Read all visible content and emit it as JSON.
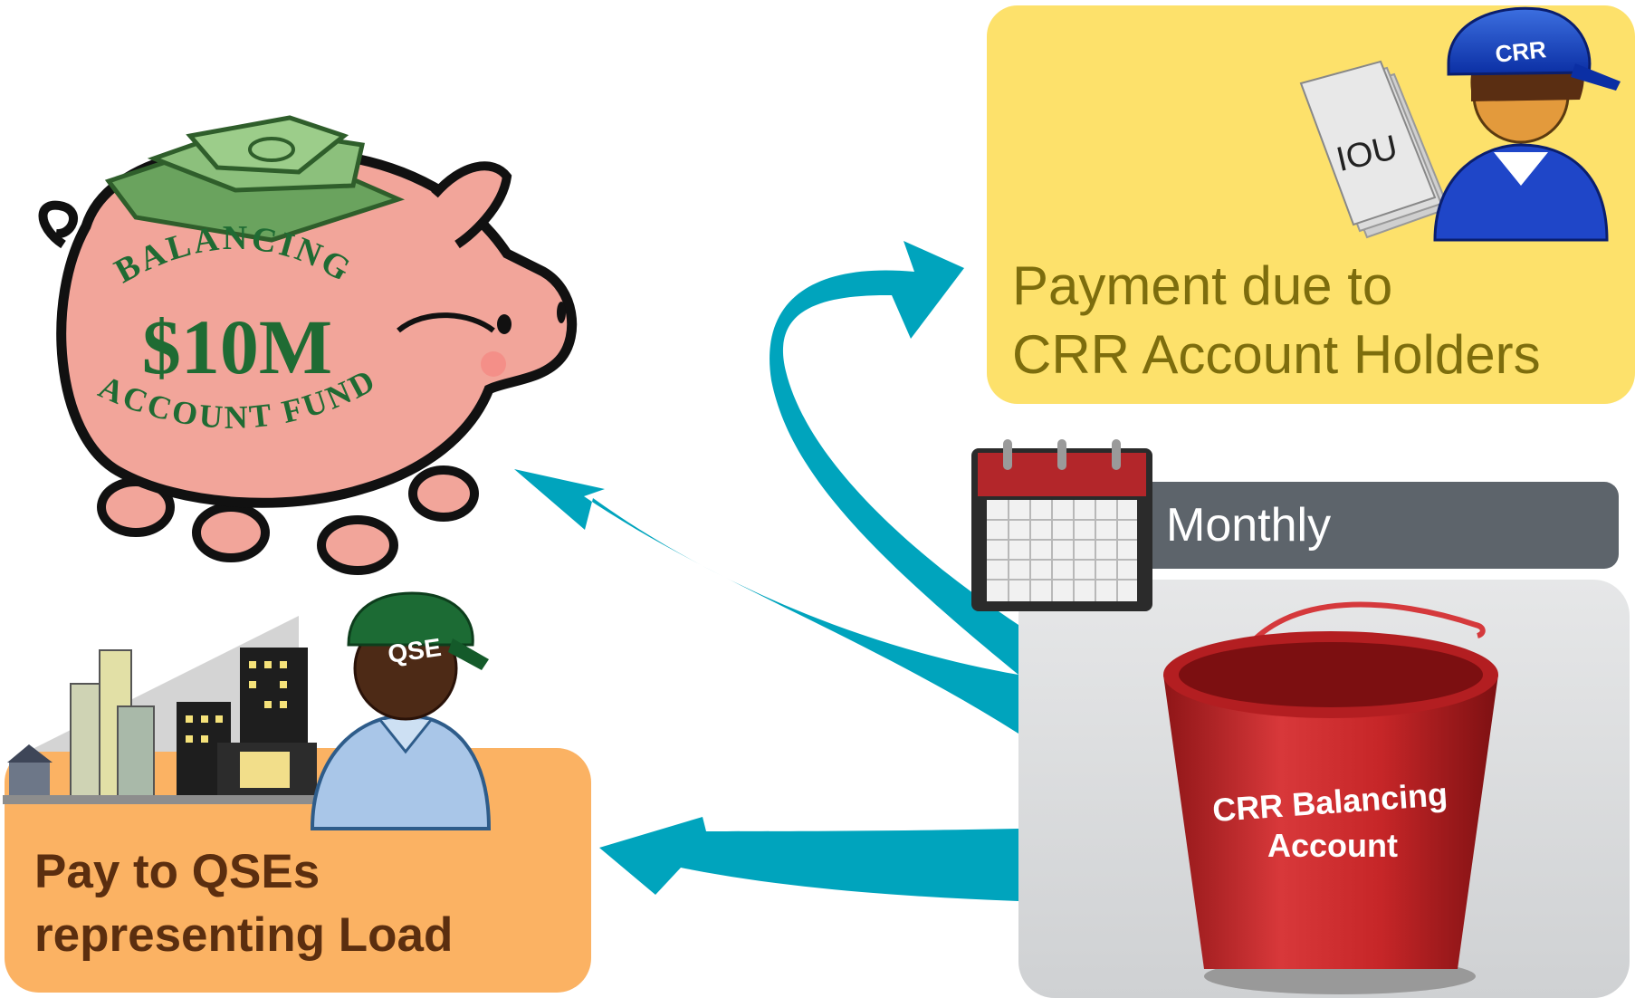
{
  "piggy_bank": {
    "arc_top": "BALANCING",
    "amount": "$10M",
    "arc_bottom": "ACCOUNT FUND"
  },
  "crr_box": {
    "line1": "Payment due to",
    "line2": "CRR Account Holders",
    "cap_text": "CRR",
    "paper_text": "IOU"
  },
  "qse_box": {
    "line1": "Pay to QSEs",
    "line2": "representing Load",
    "cap_text": "QSE"
  },
  "balancing_box": {
    "period": "Monthly",
    "bucket_line1": "CRR Balancing",
    "bucket_line2": "Account"
  },
  "colors": {
    "arrow": "#00a4bd",
    "yellow_box": "#fde16b",
    "orange_box": "#fbb263",
    "gray_box": "#d6d7d9",
    "monthly_bar": "#5d646b",
    "bucket": "#c8272a",
    "pig": "#f2a59a",
    "money": "#3b7d3a"
  },
  "icons": [
    "piggy-bank-icon",
    "money-icon",
    "calendar-icon",
    "bucket-icon",
    "crr-person-icon",
    "qse-person-icon",
    "city-icon",
    "iou-paper-icon"
  ]
}
